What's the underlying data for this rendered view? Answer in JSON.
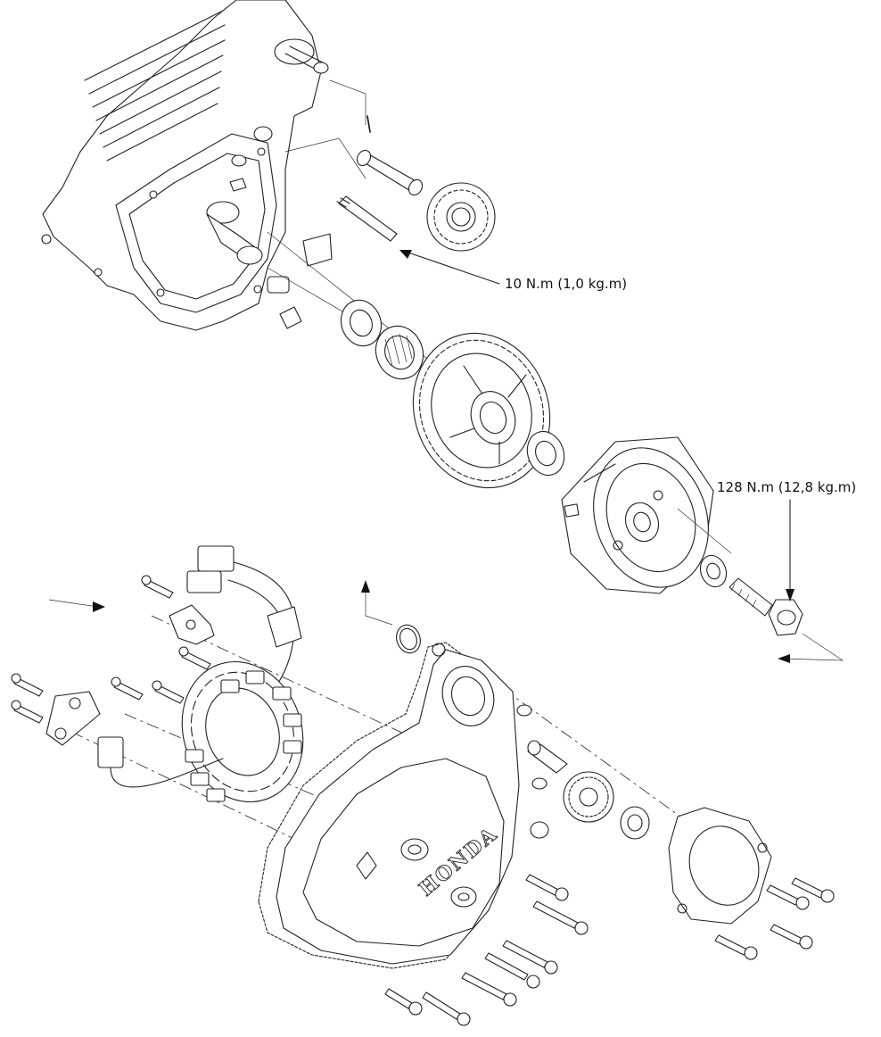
{
  "torque_specs": [
    {
      "id": "stud",
      "text": "10 N.m (1,0 kg.m)"
    },
    {
      "id": "flywheel-bolt",
      "text": "128 N.m (12,8 kg.m)"
    }
  ],
  "cover_logo": "HONDA",
  "colors": {
    "line": "#222222",
    "background": "#ffffff"
  }
}
